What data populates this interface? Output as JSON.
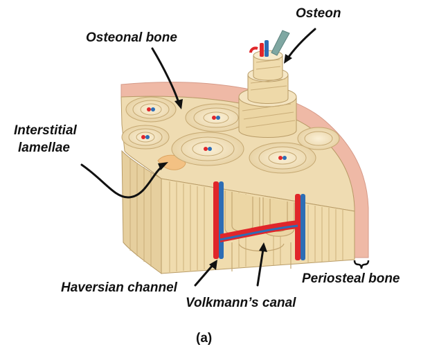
{
  "labels": {
    "osteon": "Osteon",
    "osteonal_bone": "Osteonal bone",
    "interstitial_line1": "Interstitial",
    "interstitial_line2": "lamellae",
    "haversian": "Haversian channel",
    "volkmann": "Volkmann’s canal",
    "periosteal": "Periosteal bone"
  },
  "caption": "(a)",
  "colors": {
    "bone": "#efdcb2",
    "bone_shade": "#d9c08c",
    "periosteum": "#efb9a6",
    "artery": "#e0262a",
    "vein": "#2d6db5",
    "interstitial_highlight": "#f3c183",
    "nerve": "#7fa7a2"
  },
  "icons": [
    "artery-vessel",
    "vein-vessel",
    "nerve-fiber"
  ]
}
